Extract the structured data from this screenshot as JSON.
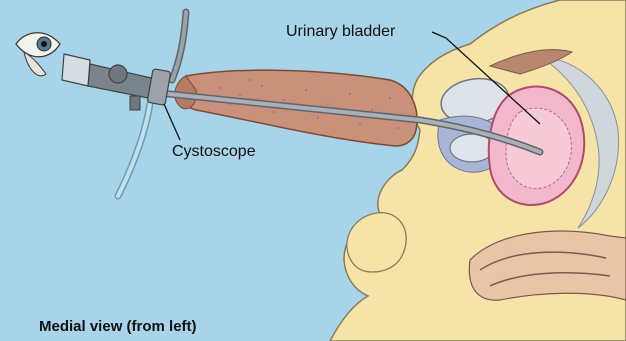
{
  "labels": {
    "urinary_bladder": "Urinary bladder",
    "cystoscope": "Cystoscope"
  },
  "caption": "Medial view (from left)",
  "colors": {
    "background": "#a8d4ea",
    "skin": "#f5e3a8",
    "skin_outline": "#8a7a5a",
    "penis_tissue": "#c9907a",
    "bladder": "#f2b9cc",
    "scope_metal": "#8a9198",
    "bone": "#cfd6dc"
  }
}
